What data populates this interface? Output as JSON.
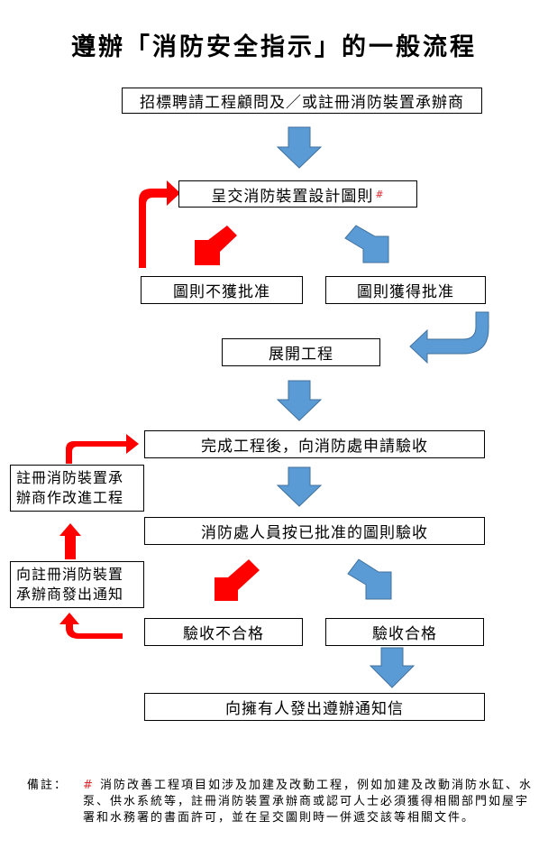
{
  "title": "遵辦「消防安全指示」的一般流程",
  "boxes": {
    "step1": "招標聘請工程顧問及／或註冊消防裝置承辦商",
    "step2": "呈交消防裝置設計圖則",
    "step2_mark": "#",
    "rejected": "圖則不獲批准",
    "approved": "圖則獲得批准",
    "works": "展開工程",
    "completed": "完成工程後，向消防處申請驗收",
    "inspection": "消防處人員按已批准的圖則驗收",
    "fail": "驗收不合格",
    "pass": "驗收合格",
    "notify_owner": "向擁有人發出遵辦通知信",
    "rectify_line1": "註冊消防裝置承",
    "rectify_line2": "辦商作改進工程",
    "notice_line1": "向註冊消防裝置",
    "notice_line2": "承辦商發出通知"
  },
  "remarks": {
    "label": "備註：",
    "mark": "#",
    "text": "消防改善工程項目如涉及加建及改動工程，例如加建及改動消防水缸、水泵、供水系統等，註冊消防裝置承辦商或認可人士必須獲得相關部門如屋宇署和水務署的書面許可，並在呈交圖則時一併遞交該等相關文件。"
  },
  "colors": {
    "blue_arrow": "#5b9bd5",
    "blue_arrow_stroke": "#41719c",
    "red_arrow": "#ff0000",
    "mark": "#e0262b"
  }
}
